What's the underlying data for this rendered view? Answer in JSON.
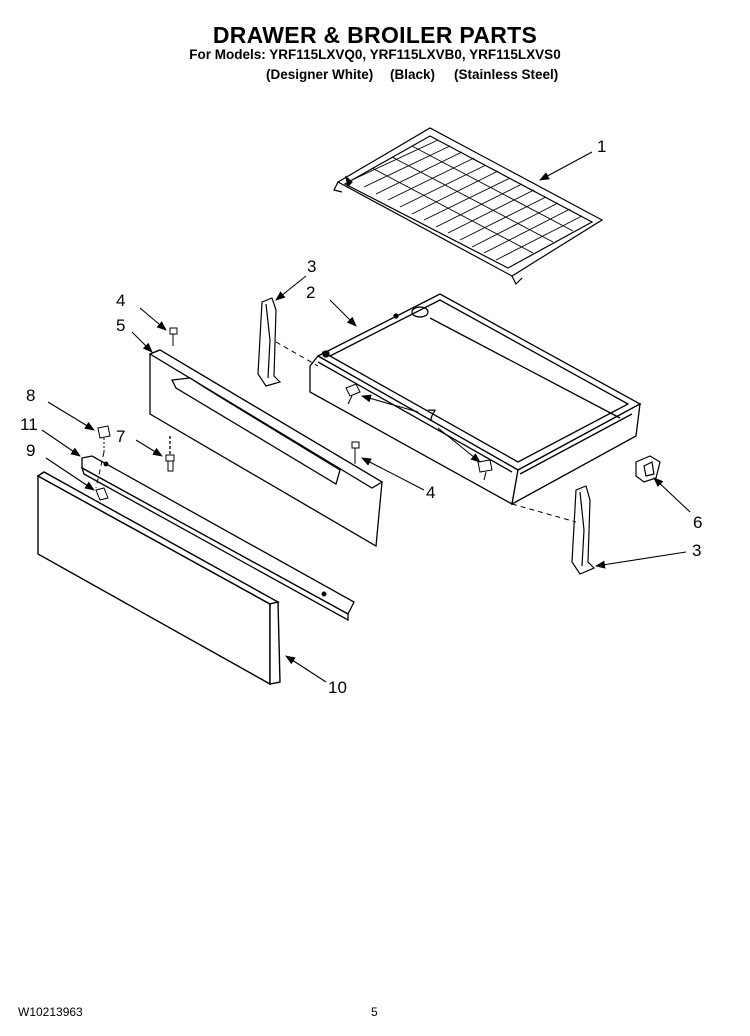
{
  "header": {
    "title": "DRAWER & BROILER PARTS",
    "models": "For Models: YRF115LXVQ0, YRF115LXVB0, YRF115LXVS0",
    "variants": [
      "(Designer White)",
      "(Black)",
      "(Stainless Steel)"
    ]
  },
  "callouts": {
    "c1": "1",
    "c2": "2",
    "c3a": "3",
    "c3b": "3",
    "c4a": "4",
    "c4b": "4",
    "c5": "5",
    "c6": "6",
    "c7a": "7",
    "c7b": "7",
    "c7c": "7",
    "c8": "8",
    "c9": "9",
    "c10": "10",
    "c11": "11"
  },
  "footer": {
    "doc_number": "W10213963",
    "page": "5"
  }
}
